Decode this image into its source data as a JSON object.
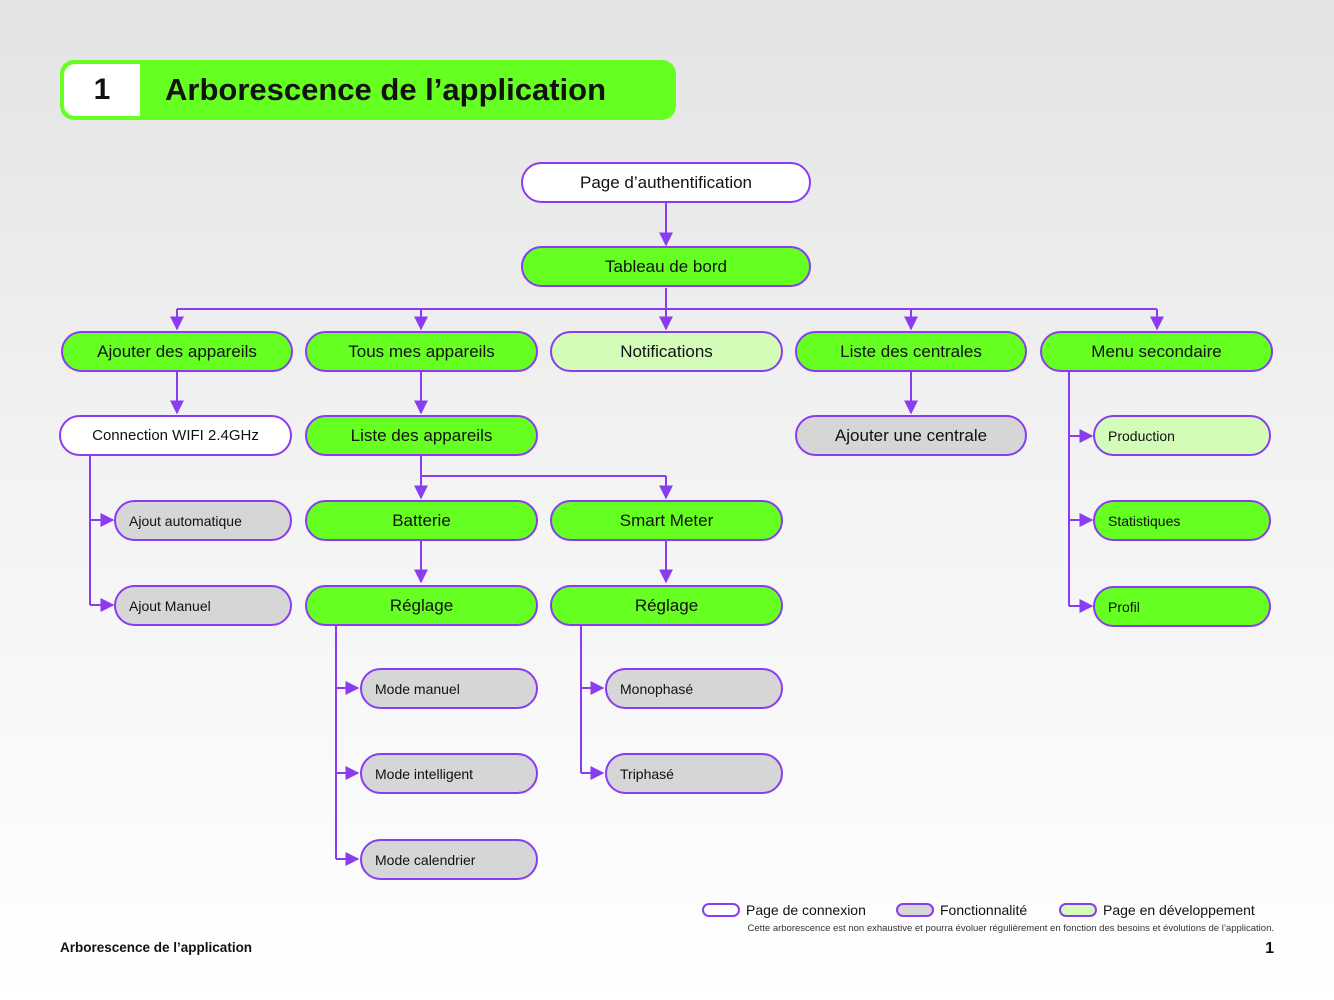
{
  "header": {
    "number": "1",
    "title": "Arborescence de l’application"
  },
  "nodes": {
    "auth": "Page d’authentification",
    "dashboard": "Tableau de bord",
    "add_devices": "Ajouter des appareils",
    "all_devices": "Tous mes appareils",
    "notifications": "Notifications",
    "plants_list": "Liste des centrales",
    "secondary_menu": "Menu secondaire",
    "wifi": "Connection WIFI 2.4GHz",
    "devices_list": "Liste des appareils",
    "add_plant": "Ajouter une centrale",
    "production": "Production",
    "auto_add": "Ajout automatique",
    "battery": "Batterie",
    "smart_meter": "Smart Meter",
    "statistics": "Statistiques",
    "manual_add": "Ajout Manuel",
    "battery_settings": "Réglage",
    "meter_settings": "Réglage",
    "profile": "Profil",
    "manual_mode": "Mode manuel",
    "single_phase": "Monophasé",
    "smart_mode": "Mode intelligent",
    "three_phase": "Triphasé",
    "calendar_mode": "Mode calendrier"
  },
  "legend": {
    "login_page": "Page de connexion",
    "feature": "Fonctionnalité",
    "in_development": "Page en développement"
  },
  "note": "Cette arborescence est non exhaustive et pourra évoluer régulièrement en fonction des besoins et évolutions de l’application.",
  "footer": {
    "title": "Arborescence de l’application",
    "page": "1"
  },
  "colors": {
    "accent_green": "#66ff22",
    "light_green": "#d3fcb8",
    "feature_grey": "#d6d6d6",
    "connector_purple": "#8a3df0"
  }
}
